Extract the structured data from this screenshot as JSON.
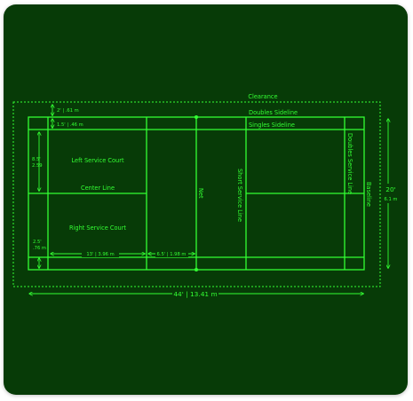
{
  "labels": {
    "clearance": "Clearance",
    "doubles_sideline": "Doubles Sideline",
    "singles_sideline": "Singles Sideline",
    "left_service_court": "Left Service Court",
    "center_line": "Center Line",
    "right_service_court": "Right Service Court",
    "net": "Net",
    "short_service_line": "Short Service Line",
    "doubles_service_line": "Doubles Service Line",
    "baseline": "Baseline"
  },
  "dimensions": {
    "clearance_gap": "2' | .61 m",
    "doubles_alley": "1.5' | .46 m",
    "left_court_a": "8.5'",
    "left_court_b": "2.59",
    "corner_a": "2.5'",
    "corner_b": ".76 m",
    "back_court": "13' | 3.96 m",
    "front_court": "6.5' | 1.98 m",
    "width_a": "20'",
    "width_b": "6.1 m",
    "length": "44' | 13.41 m"
  },
  "colors": {
    "background": "#073b07",
    "line": "#33ff33"
  }
}
